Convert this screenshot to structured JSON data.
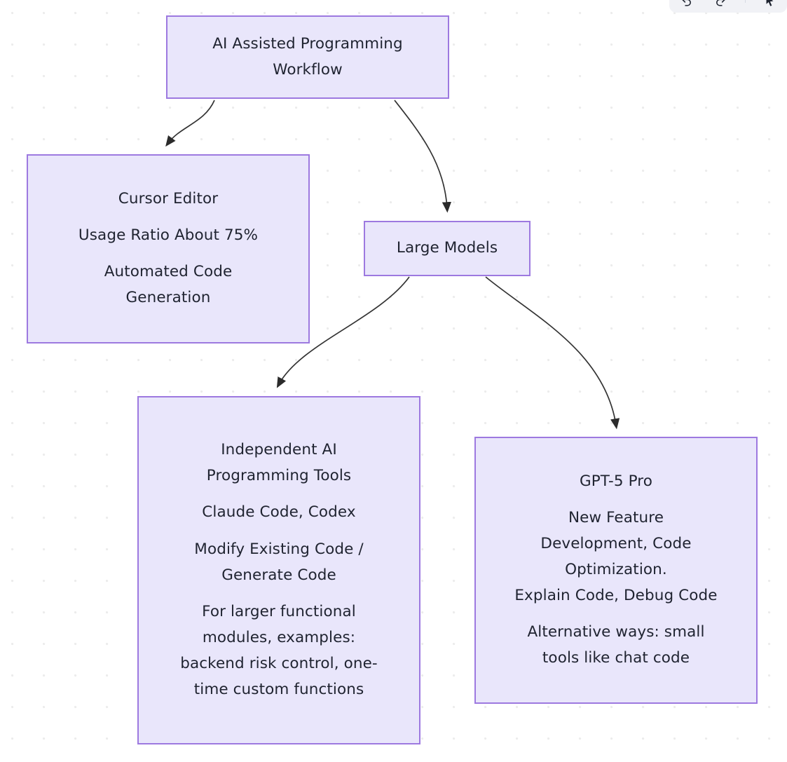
{
  "diagram": {
    "title": "AI Assisted Programming Workflow",
    "type": "flowchart",
    "direction": "top-down",
    "colors": {
      "node_fill": "#E9E6FB",
      "node_border": "#9D79E0",
      "edge_stroke": "#333333",
      "text": "#1F2330",
      "canvas_background": "#FFFFFF",
      "grid_dot": "#ECECEC"
    },
    "nodes": [
      {
        "id": "root",
        "lines": [
          "AI Assisted Programming",
          "Workflow"
        ],
        "blocks": [
          [
            "AI Assisted Programming",
            "Workflow"
          ]
        ]
      },
      {
        "id": "cursor",
        "lines": [
          "Cursor Editor",
          "Usage Ratio About 75%",
          "Automated Code",
          "Generation"
        ],
        "blocks": [
          [
            "Cursor Editor"
          ],
          [
            "Usage Ratio About 75%"
          ],
          [
            "Automated Code",
            "Generation"
          ]
        ]
      },
      {
        "id": "llm",
        "lines": [
          "Large Models"
        ],
        "blocks": [
          [
            "Large Models"
          ]
        ]
      },
      {
        "id": "indep",
        "lines": [
          "Independent AI",
          "Programming Tools",
          "Claude Code, Codex",
          "Modify Existing Code /",
          "Generate Code",
          "For larger functional",
          "modules, examples:",
          "backend risk control, one-",
          "time custom functions"
        ],
        "blocks": [
          [
            "Independent AI",
            "Programming Tools"
          ],
          [
            "Claude Code, Codex"
          ],
          [
            "Modify Existing Code /",
            "Generate Code"
          ],
          [
            "For larger functional",
            "modules, examples:",
            "backend risk control, one-",
            "time custom functions"
          ]
        ]
      },
      {
        "id": "gpt5",
        "lines": [
          "GPT-5 Pro",
          "New Feature",
          "Development, Code",
          "Optimization.",
          "Explain Code, Debug Code",
          "Alternative ways: small",
          "tools like chat code"
        ],
        "blocks": [
          [
            "GPT-5 Pro"
          ],
          [
            "New Feature",
            "Development, Code",
            "Optimization.",
            "Explain Code, Debug Code"
          ],
          [
            "Alternative ways: small",
            "tools like chat code"
          ]
        ]
      }
    ],
    "edges": [
      {
        "from": "root",
        "to": "cursor",
        "label": ""
      },
      {
        "from": "root",
        "to": "llm",
        "label": ""
      },
      {
        "from": "llm",
        "to": "indep",
        "label": ""
      },
      {
        "from": "llm",
        "to": "gpt5",
        "label": ""
      }
    ]
  },
  "toolbar": {
    "buttons": [
      {
        "name": "undo-icon",
        "label": "Undo"
      },
      {
        "name": "redo-icon",
        "label": "Redo"
      },
      {
        "name": "pointer-icon",
        "label": "Select"
      }
    ]
  }
}
